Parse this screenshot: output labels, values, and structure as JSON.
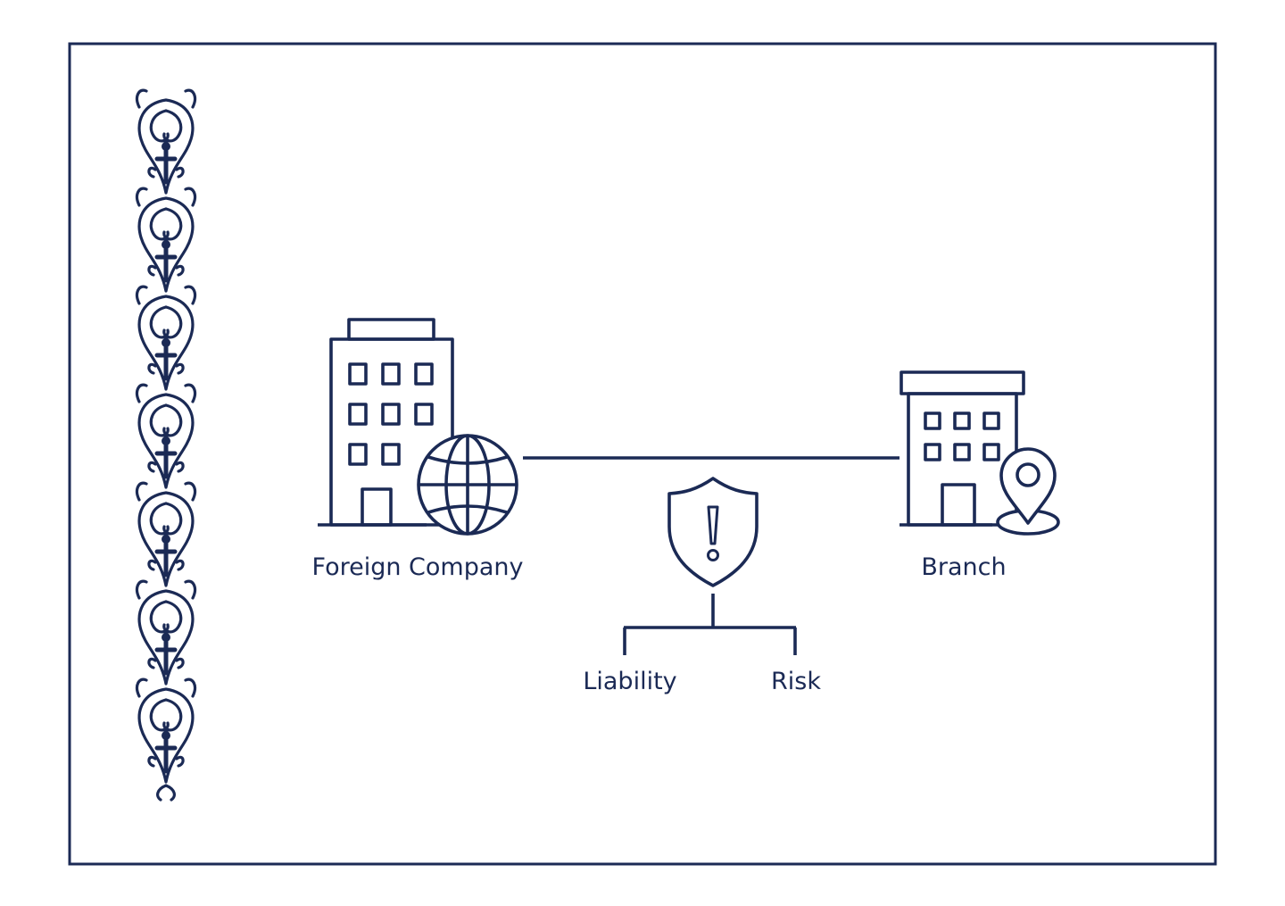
{
  "colors": {
    "ink": "#1b2a55",
    "background": "#ffffff"
  },
  "nodes": {
    "foreign_company": {
      "label": "Foreign Company",
      "icons": [
        "office-building-icon",
        "globe-icon"
      ]
    },
    "branch": {
      "label": "Branch",
      "icons": [
        "branch-building-icon",
        "location-pin-icon"
      ]
    },
    "warning": {
      "icons": [
        "shield-warning-icon"
      ]
    },
    "liability": {
      "label": "Liability"
    },
    "risk": {
      "label": "Risk"
    }
  },
  "decoration": {
    "icons": [
      "ornamental-border-icon"
    ]
  }
}
